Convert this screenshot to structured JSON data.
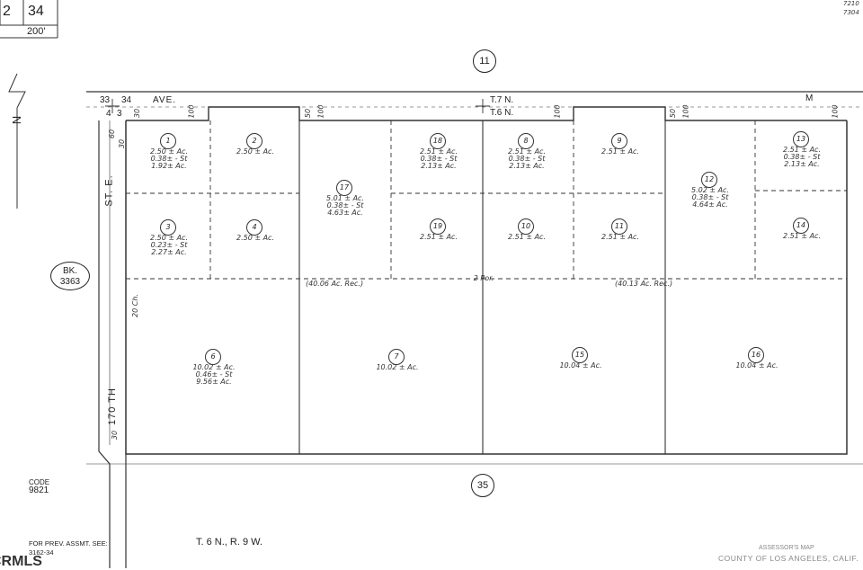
{
  "header": {
    "page_left": "2",
    "page_right": "34",
    "scale": "200'",
    "corner_numbers": [
      "7210",
      "7304"
    ]
  },
  "sheets": {
    "north": "11",
    "south": "35"
  },
  "book_ref": {
    "prefix": "BK.",
    "number": "3363"
  },
  "roads": {
    "avenue": "AVE.",
    "avenue_letter": "M",
    "street_top": "ST. E.",
    "street_bottom": "170 TH",
    "township_north": "T.7 N.",
    "township_south": "T.6 N."
  },
  "section_corners": {
    "top": [
      "33",
      "34"
    ],
    "bottom": [
      "4",
      "3"
    ]
  },
  "dimensions": {
    "road_top": [
      "30",
      "100",
      "50",
      "100",
      "100",
      "50",
      "100",
      "100"
    ],
    "left_side": [
      "60",
      "30",
      "20 Ch.",
      "30"
    ]
  },
  "parcels": [
    {
      "num": "1",
      "lines": [
        "2.50 ± Ac.",
        "0.38± - St",
        "1.92± Ac."
      ]
    },
    {
      "num": "2",
      "lines": [
        "2.50 ± Ac."
      ]
    },
    {
      "num": "3",
      "lines": [
        "2.50 ± Ac.",
        "0.23± - St",
        "2.27± Ac."
      ]
    },
    {
      "num": "4",
      "lines": [
        "2.50 ± Ac."
      ]
    },
    {
      "num": "17",
      "lines": [
        "5.01 ± Ac.",
        "0.38± - St",
        "4.63± Ac."
      ]
    },
    {
      "num": "18",
      "lines": [
        "2.51 ± Ac.",
        "0.38± - St",
        "2.13± Ac."
      ]
    },
    {
      "num": "19",
      "lines": [
        "2.51 ± Ac."
      ]
    },
    {
      "num": "8",
      "lines": [
        "2.51 ± Ac.",
        "0.38± - St",
        "2.13± Ac."
      ]
    },
    {
      "num": "10",
      "lines": [
        "2.51 ± Ac."
      ]
    },
    {
      "num": "9",
      "lines": [
        "2.51 ± Ac."
      ]
    },
    {
      "num": "11",
      "lines": [
        "2.51 ± Ac."
      ]
    },
    {
      "num": "12",
      "lines": [
        "5.02 ± Ac.",
        "0.38± - St",
        "4.64± Ac."
      ]
    },
    {
      "num": "13",
      "lines": [
        "2.51 ± Ac.",
        "0.38± - St",
        "2.13± Ac."
      ]
    },
    {
      "num": "14",
      "lines": [
        "2.51 ± Ac."
      ]
    },
    {
      "num": "6",
      "lines": [
        "10.02 ± Ac.",
        "0.46± - St",
        "9.56± Ac."
      ]
    },
    {
      "num": "7",
      "lines": [
        "10.02 ± Ac."
      ]
    },
    {
      "num": "15",
      "lines": [
        "10.04 ± Ac."
      ]
    },
    {
      "num": "16",
      "lines": [
        "10.04 ± Ac."
      ]
    }
  ],
  "acreage_notes": [
    "(40.06 Ac. Rec.)",
    "2 Por.",
    "(40.13 Ac. Rec.)"
  ],
  "code": {
    "label": "CODE",
    "value": "9821"
  },
  "footer": {
    "prev_assmt": "FOR PREV. ASSMT. SEE:",
    "prev_ref": "3162-34",
    "township_range": "T. 6 N., R. 9 W.",
    "assessor_label": "ASSESSOR'S MAP",
    "county": "COUNTY OF LOS ANGELES, CALIF.",
    "watermark": "CRMLS"
  }
}
